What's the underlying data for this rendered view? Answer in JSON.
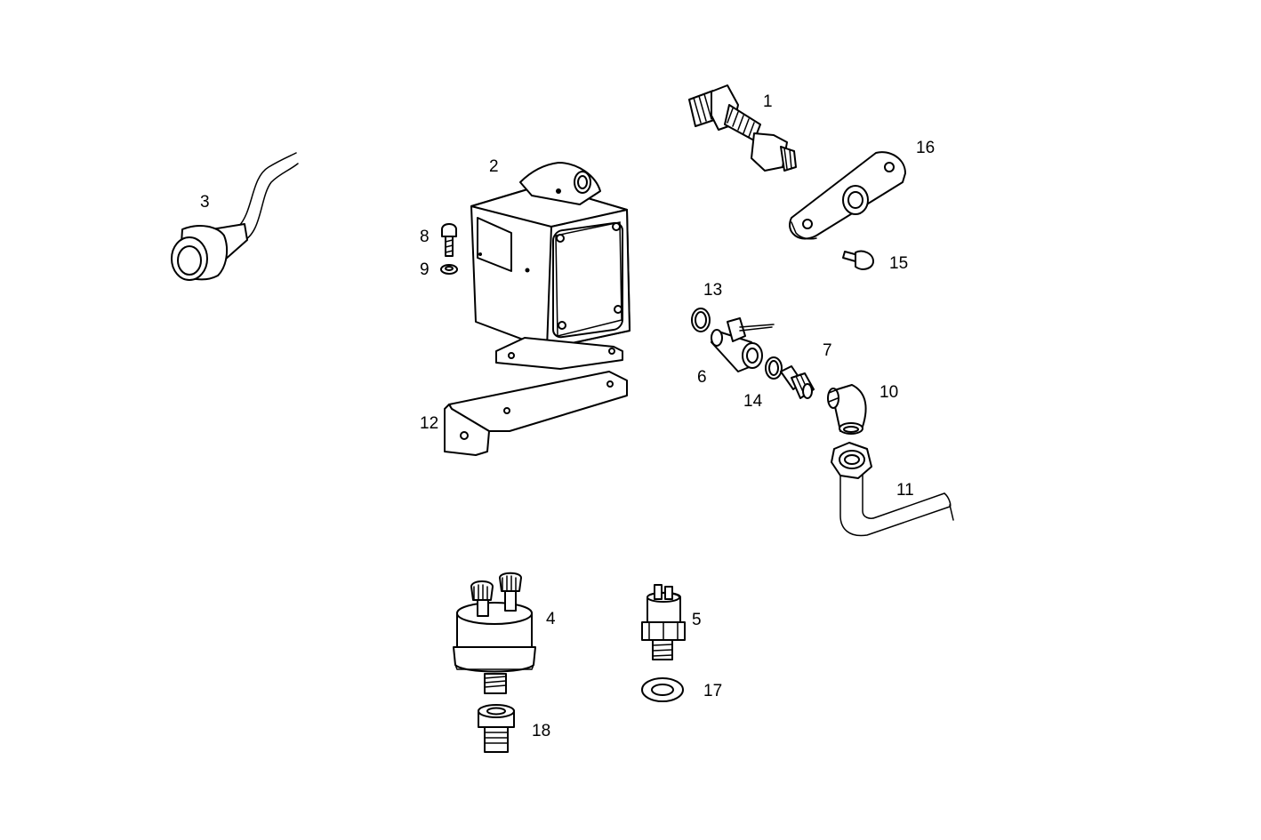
{
  "callouts": {
    "p1": "1",
    "p2": "2",
    "p3": "3",
    "p4": "4",
    "p5": "5",
    "p6": "6",
    "p7": "7",
    "p8": "8",
    "p9": "9",
    "p10": "10",
    "p11": "11",
    "p12": "12",
    "p13": "13",
    "p14": "14",
    "p15": "15",
    "p16": "16",
    "p17": "17",
    "p18": "18"
  }
}
